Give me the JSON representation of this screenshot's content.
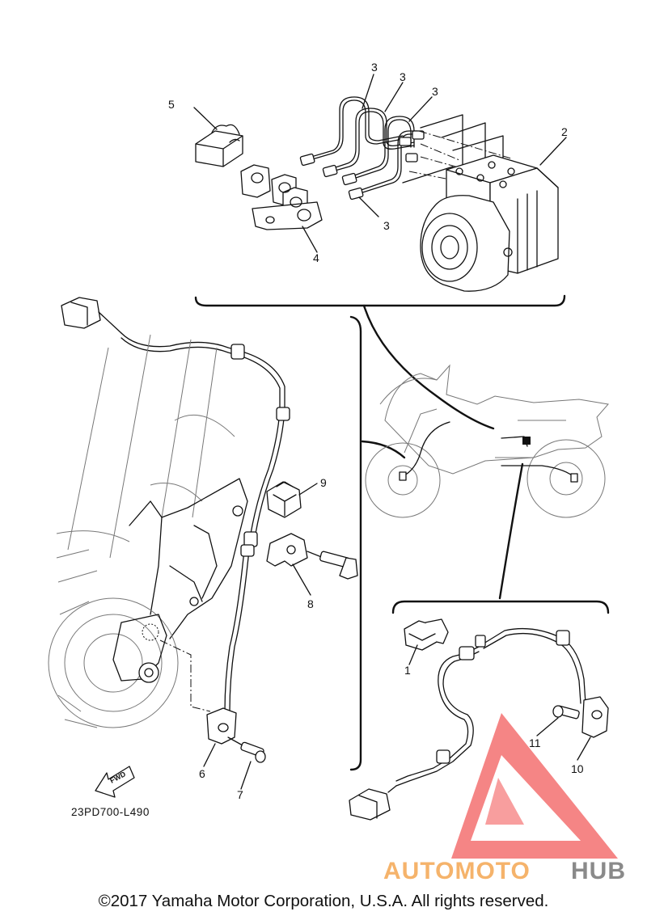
{
  "diagram_code": "23PD700-L490",
  "fwd_label": "FWD",
  "copyright": "©2017 Yamaha Motor Corporation, U.S.A. All rights reserved.",
  "watermark": {
    "part1": "AUTOMOTO",
    "part2": "HUB",
    "color1": "#f5b36b",
    "color2": "#8a8a8a",
    "triangle_color": "#ee2222"
  },
  "callouts": {
    "c1": "1",
    "c2": "2",
    "c3a": "3",
    "c3b": "3",
    "c3c": "3",
    "c3d": "3",
    "c4": "4",
    "c5": "5",
    "c6": "6",
    "c7": "7",
    "c8": "8",
    "c9": "9",
    "c10": "10",
    "c11": "11"
  }
}
